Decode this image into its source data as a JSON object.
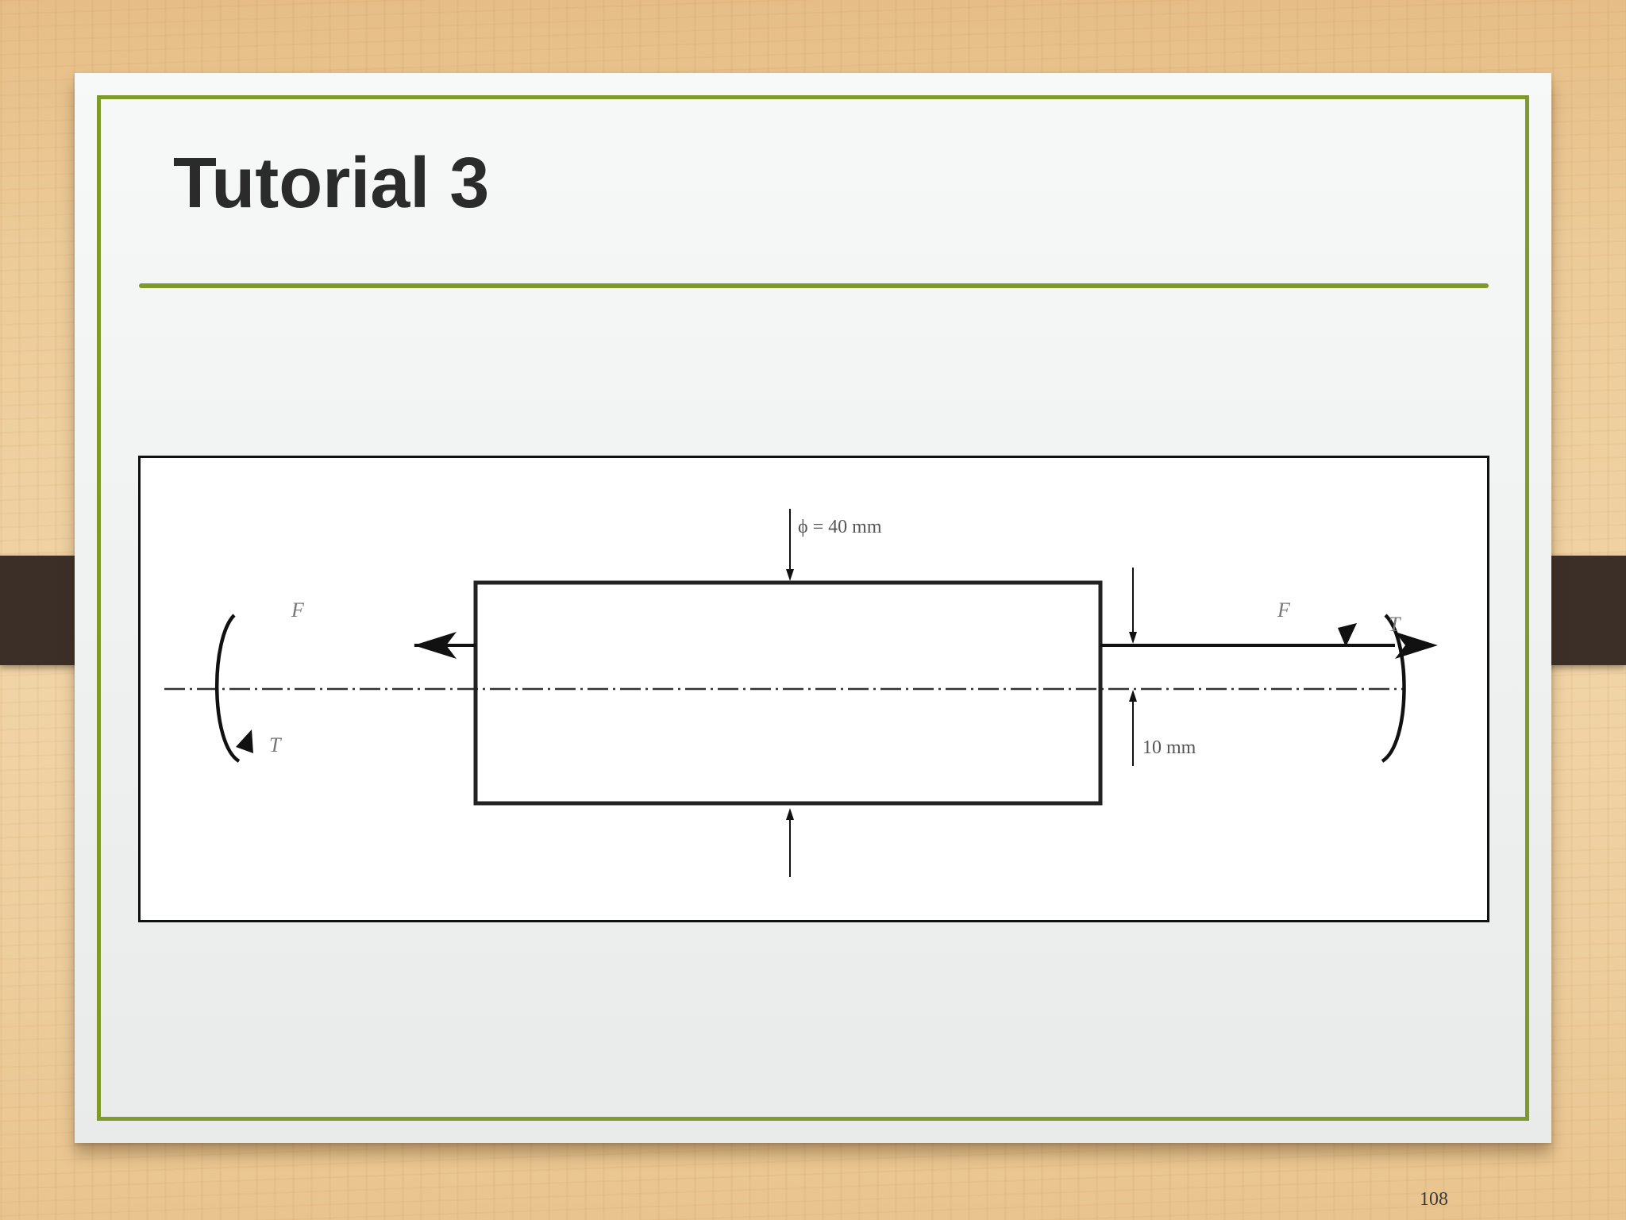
{
  "slide": {
    "title": "Tutorial 3",
    "page_number": "108"
  },
  "figure": {
    "diameter_label": "ϕ = 40 mm",
    "offset_label": "10 mm",
    "force_label_left": "F",
    "force_label_right": "F",
    "torque_label_left": "T",
    "torque_label_right": "T"
  },
  "colors": {
    "accent": "#7f9a2b",
    "clip": "#3c2f28",
    "title_text": "#2b2b2b"
  }
}
